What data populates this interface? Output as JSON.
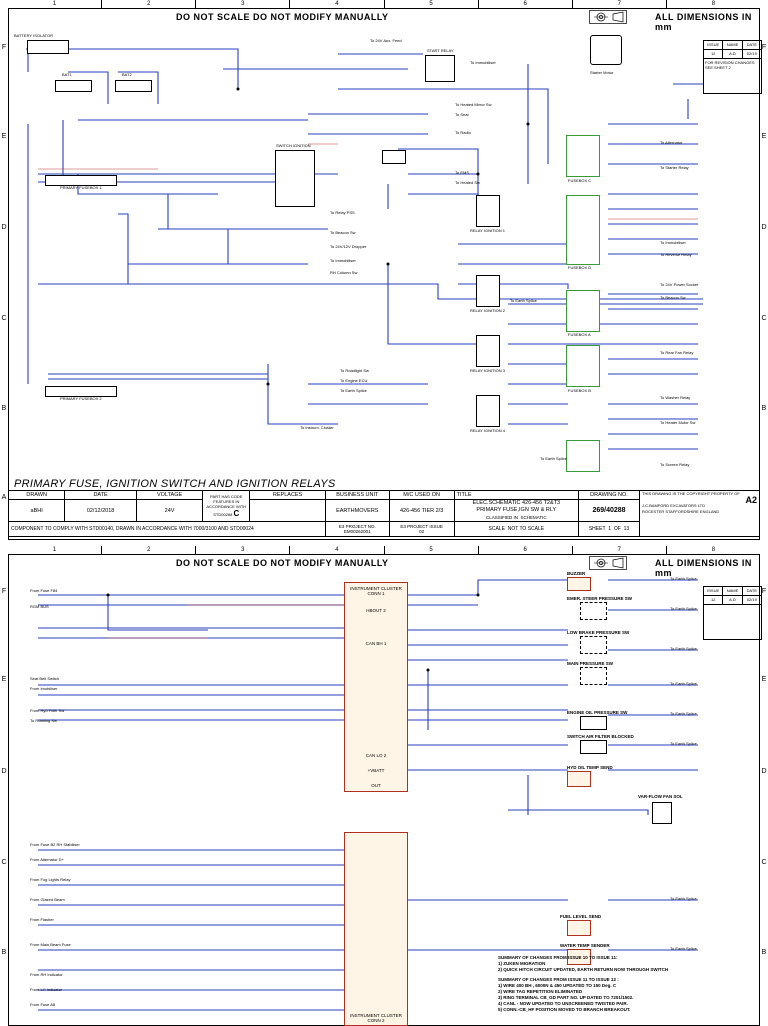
{
  "columns": [
    "1",
    "2",
    "3",
    "4",
    "5",
    "6",
    "7",
    "8"
  ],
  "rows": [
    "F",
    "E",
    "D",
    "C",
    "B",
    "A"
  ],
  "sheet1": {
    "header_left": "DO NOT SCALE      DO NOT MODIFY MANUALLY",
    "header_right": "ALL DIMENSIONS IN mm",
    "title": "PRIMARY FUSE, IGNITION SWITCH AND IGNITION RELAYS",
    "components": {
      "battery_isolator": "BATTERY ISOLATOR",
      "bat1": "BAT1",
      "bat2": "BAT2",
      "primary_fusebox_1": "PRIMARY FUSEBOX 1",
      "primary_fusebox_2": "PRIMARY FUSEBOX 2",
      "switch_ignition": "SWITCH IGNITION",
      "start_relay": "START RELAY",
      "fusebox_c": "FUSEBOX C",
      "fusebox_d": "FUSEBOX D",
      "fusebox_a": "FUSEBOX A",
      "fusebox_b": "FUSEBOX B",
      "relay_ign1": "RELAY IGNITION 1",
      "relay_ign2": "RELAY IGNITION 2",
      "relay_ign3": "RELAY IGNITION 3",
      "relay_ign4": "RELAY IGNITION 4",
      "starter_motor": "Starter Motor"
    },
    "destinations": [
      "To 24V Aux. Feed",
      "To Immobiliser",
      "To Heated Mirror Sw",
      "To Seat",
      "To Radio",
      "To EMS",
      "To Heated Sw",
      "To Relay PSS",
      "To Beacon Sw",
      "To 24V/12V Dropper",
      "To Immobiliser",
      "RH Column Sw",
      "To Roadlight Sw",
      "To Earth Splice",
      "To Engine ECU",
      "To Instrum. Cluster",
      "To Earth Splice",
      "To Heater Motor Sw",
      "To Screen Relay",
      "To Alternator",
      "To Starter Relay",
      "To 24V Power Socket",
      "To Beacon Sw",
      "To Immobiliser",
      "To Reverse Relay",
      "To Rear Fan Relay",
      "To Washer Relay",
      "To Earth Splice"
    ],
    "title_block": {
      "drawn_h": "DRAWN",
      "date_h": "DATE",
      "voltage_h": "VOLTAGE",
      "part_h": "PART HAS CODE FEATURES IN ACCORDANCE WITH STD00268",
      "replaces_h": "REPLACES",
      "bu_h": "BUSINESS UNIT",
      "mc_h": "M/C USED ON",
      "title_h": "TITLE",
      "dwgno_h": "DRAWING NO.",
      "drawn": "aBHI",
      "date": "02/12/2018",
      "voltage": "24V",
      "code": "C",
      "bu": "EARTHMOVERS",
      "mc": "426-456 TIER 2/3",
      "title1": "ELEC.SCHEMATIC 426-456 T2&T3",
      "title2": "PRIMARY FUSE,IGN SW & RLY",
      "classified": "CLASSIFIED IN",
      "schematic": "SCHEMATIC",
      "dwgno": "269/40288",
      "size": "A2",
      "copyright": "THIS DRAWING IS THE COPYRIGHT PROPERTY OF",
      "company": "J.C.BAMFORD          EXCAVATORS LTD",
      "location": "ROCESTER     STAFFORDSHIRE     ENGLAND",
      "comply": "COMPONENT TO COMPLY WITH STD00140, DRAWN IN ACCORDANCE WITH 7000/3100 AND STD00024",
      "e3_proj_h": "E3 PROJECT NO.",
      "e3_proj": "EM00262001",
      "e3_issue_h": "E3 PROJECT ISSUE",
      "e3_issue": "02",
      "scale_h": "SCALE",
      "scale": "NOT TO SCALE",
      "sheet_h": "SHEET",
      "sheet": "1",
      "of_h": "OF",
      "of": "13"
    },
    "rev": {
      "issue_h": "ISSUE",
      "name_h": "NAME",
      "date_h": "DATE",
      "issue": "12",
      "name": "A.D",
      "date": "02/19",
      "note": "FOR REVISION CHANGES SEE SHEET 2"
    }
  },
  "sheet2": {
    "header_left": "DO NOT SCALE      DO NOT MODIFY MANUALLY",
    "header_right": "ALL DIMENSIONS IN mm",
    "cluster1": "INSTRUMENT CLUSTER CONN 1",
    "cluster2": "INSTRUMENT CLUSTER CONN 2",
    "cluster_pins": [
      "HBOUT 2",
      "CAN BH 1",
      "CAN LO 2",
      "+VBATT",
      "OUT"
    ],
    "sensors": [
      "BUZZER",
      "EMER. STEER PRESSURE SW",
      "LOW BRAKE PRESSURE SW",
      "MAIN PRESSURE SW",
      "ENGINE OIL PRESSURE SW",
      "SWITCH AIR FILTER BLOCKED",
      "HYD OIL TEMP SEND",
      "VAR-FLOW FAN SOL",
      "FUEL LEVEL SEND",
      "WATER TEMP SENDER"
    ],
    "left_labels": [
      "From Fuse F84",
      "RGM BUS",
      "Seat Belt Switch",
      "From Imobiliser",
      "From Hyd Filter Sw",
      "To Rotating Sw",
      "From Fuse B2 RH Stabiliser",
      "From Alternator D+",
      "From Fog Lights Relay",
      "From Glazed Beam",
      "From Flasher",
      "From Main Beam Fuse",
      "From RH Indicator",
      "From LH Indicator",
      "From Fuse A8"
    ],
    "right_labels": [
      "To Earth Splice",
      "To Earth Splice",
      "To Earth Splice",
      "To Earth Splice",
      "To Earth Splice",
      "To Earth Splice",
      "To Earth Splice",
      "To Earth Splice"
    ],
    "rev": {
      "issue_h": "ISSUE",
      "name_h": "NAME",
      "date_h": "DATE",
      "issue": "12",
      "name": "A.D",
      "date": "02/19"
    },
    "summary": [
      "SUMMARY OF CHANGES FROM ISSUE 10 TO ISSUE 11:",
      "1) ZUKEN MIGRATION",
      "2) QUICK HITCH CIRCUIT UPDATED, EARTH RETURN NOW THROUGH SWITCH",
      "",
      "SUMMARY OF CHANGES FROM ISSUE 11 TO ISSUE 12 :",
      "1) WIRE 400 BH , 6000N & 450 UPDATED TO 150 Deg. C",
      "2) WIRE TAG REPETITION ELIMINATED",
      "3) RING TERMINAL CB_GD PART NO. UP DATED TO 7201/1502.",
      "4) CANL - NOW UPDATED TO UNSCREENED TWISTED PAIR.",
      "5) CONN.-CB_HF POSITION MOVED TO BRANCH BREAKOUT."
    ]
  }
}
